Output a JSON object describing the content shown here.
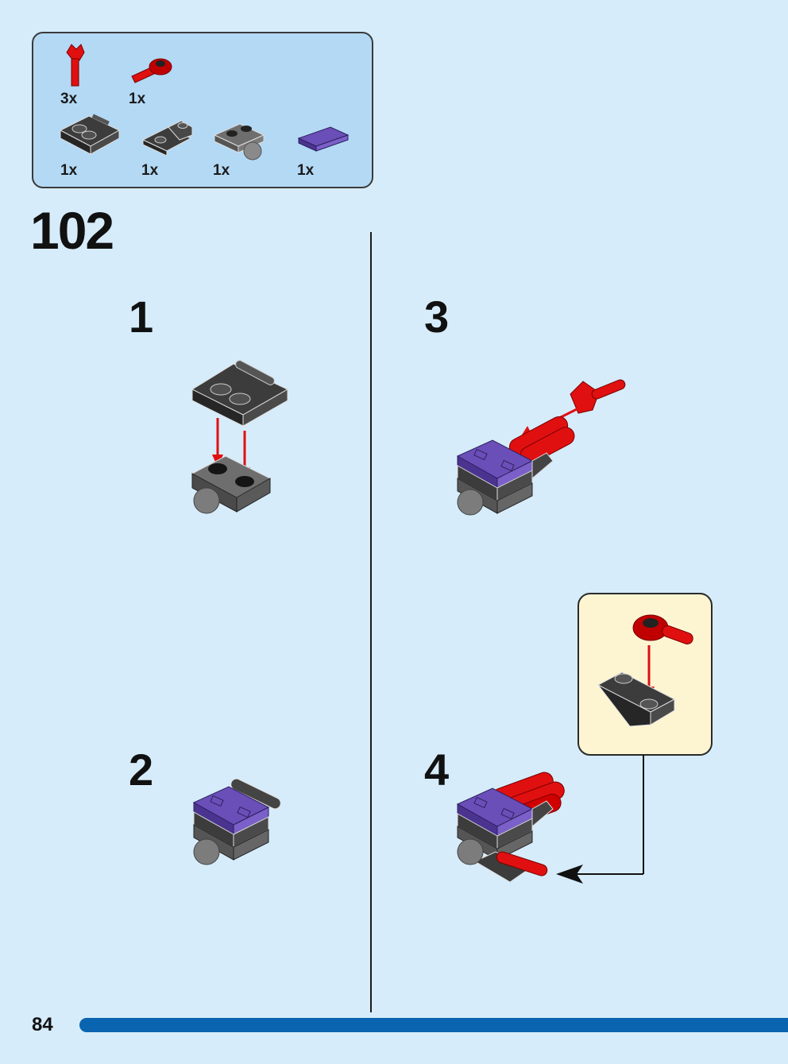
{
  "step": {
    "number": "102"
  },
  "parts": [
    {
      "icon": "red-bar-clip-icon",
      "qty": "3x"
    },
    {
      "icon": "red-bar-holder-icon",
      "qty": "1x"
    },
    {
      "icon": "dark-grey-plate-with-bar-icon",
      "qty": "1x"
    },
    {
      "icon": "dark-grey-plate-with-clip-icon",
      "qty": "1x"
    },
    {
      "icon": "grey-plate-with-ball-icon",
      "qty": "1x"
    },
    {
      "icon": "purple-tile-icon",
      "qty": "1x"
    }
  ],
  "substeps": [
    "1",
    "2",
    "3",
    "4"
  ],
  "page_number": "84",
  "colors": {
    "background": "#d6ecfa",
    "parts_box": "#b3d9f5",
    "callout": "#fdf5d2",
    "footer_bar": "#0a64b0",
    "brick_red": "#e01010",
    "brick_purple": "#6a4fb8",
    "brick_dark_grey": "#3c3c3c",
    "brick_grey": "#6e6e6e"
  }
}
